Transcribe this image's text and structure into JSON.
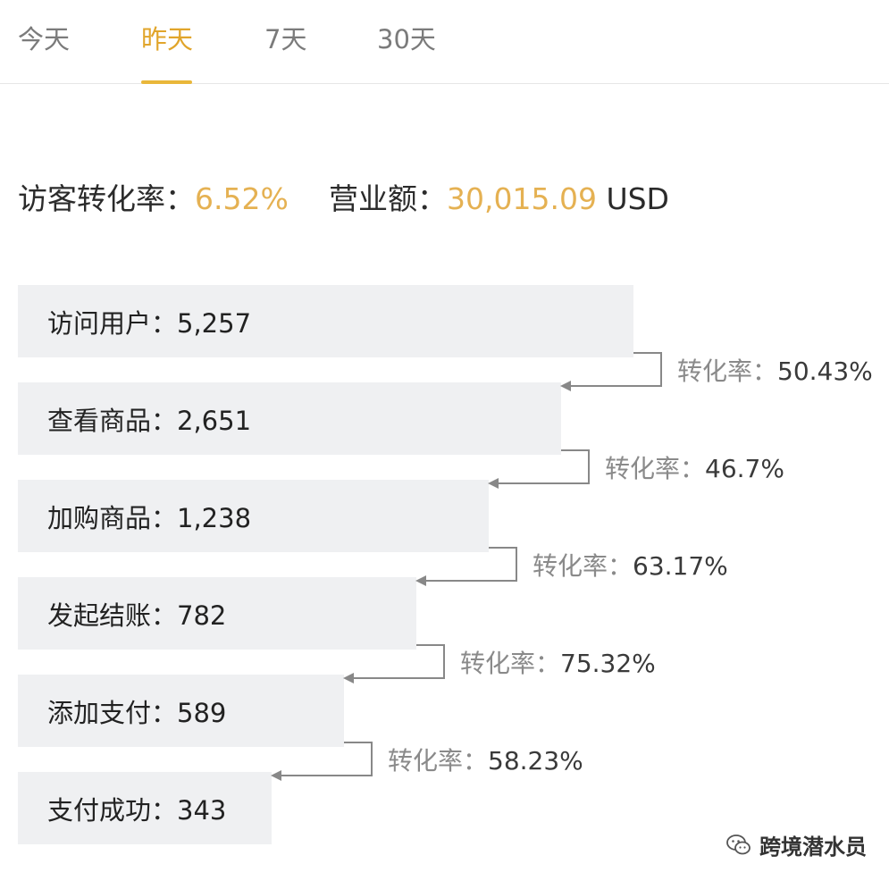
{
  "tabs": [
    {
      "label": "今天"
    },
    {
      "label": "昨天",
      "active": true
    },
    {
      "label": "7天"
    },
    {
      "label": "30天"
    }
  ],
  "summary": {
    "conversion_label": "访客转化率：",
    "conversion_value": "6.52%",
    "revenue_label": "营业额：",
    "revenue_value": "30,015.09",
    "revenue_unit": "USD"
  },
  "funnel": {
    "steps": [
      {
        "label": "访问用户：5,257",
        "value": 5257
      },
      {
        "label": "查看商品：2,651",
        "value": 2651
      },
      {
        "label": "加购商品：1,238",
        "value": 1238
      },
      {
        "label": "发起结账：782",
        "value": 782
      },
      {
        "label": "添加支付：589",
        "value": 589
      },
      {
        "label": "支付成功：343",
        "value": 343
      }
    ],
    "rate_label": "转化率：",
    "rates": [
      "50.43%",
      "46.7%",
      "63.17%",
      "75.32%",
      "58.23%"
    ]
  },
  "watermark": {
    "text": "跨境潜水员",
    "icon": "wechat-icon"
  },
  "colors": {
    "accent": "#e5b152",
    "tab_active": "#e1a52b",
    "bar_bg": "#eff0f2",
    "connector": "#888888"
  }
}
